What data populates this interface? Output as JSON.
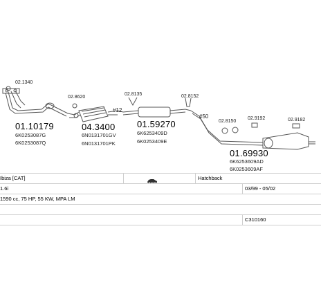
{
  "parts": [
    {
      "number": "01.10179",
      "oe1": "6K0253087G",
      "oe2": "6K0253087Q"
    },
    {
      "number": "04.3400",
      "oe1": "6N0131701GV",
      "oe2": "6N0131701PK"
    },
    {
      "number": "01.59270",
      "oe1": "6K6253409D",
      "oe2": "6K0253409E"
    },
    {
      "number": "01.69930",
      "oe1": "6K6253609AD",
      "oe2": "6K0253609AF"
    }
  ],
  "fittings": {
    "f1": "02.1340",
    "f2": "02.8620",
    "f3": "02.8135",
    "f4": "02.8152",
    "f5": "02.8150",
    "f6": "02.9192",
    "f7": "02.9182"
  },
  "markers": {
    "m1": "#12",
    "m2": "#50"
  },
  "vehicle": {
    "model": "Ibiza [CAT]",
    "body": "Hatchback",
    "engine": "1.6i",
    "years": "03/99 - 05/02",
    "specs": "1590 cc, 75 HP, 55 KW, MPA LM",
    "code": "C310160"
  }
}
